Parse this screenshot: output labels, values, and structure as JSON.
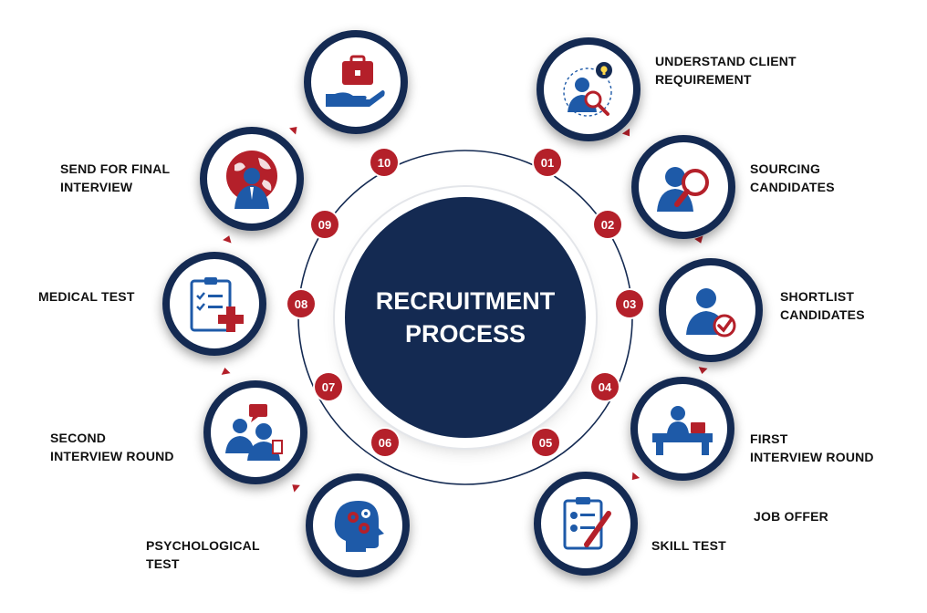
{
  "title": {
    "line1": "RECRUITMENT",
    "line2": "PROCESS"
  },
  "steps": [
    {
      "number": "01",
      "label": "UNDERSTAND CLIENT\nREQUIREMENT",
      "icon": "client-requirement-icon"
    },
    {
      "number": "02",
      "label": "SOURCING\nCANDIDATES",
      "icon": "magnifier-person-icon"
    },
    {
      "number": "03",
      "label": "SHORTLIST\nCANDIDATES",
      "icon": "person-checkmark-icon"
    },
    {
      "number": "04",
      "label": "FIRST\nINTERVIEW ROUND",
      "icon": "interview-desk-icon"
    },
    {
      "number": "05",
      "label": "SKILL TEST",
      "icon": "clipboard-pen-icon"
    },
    {
      "number": "06",
      "label": "PSYCHOLOGICAL\nTEST",
      "icon": "head-gears-icon"
    },
    {
      "number": "07",
      "label": "SECOND\nINTERVIEW ROUND",
      "icon": "two-people-chat-icon"
    },
    {
      "number": "08",
      "label": "MEDICAL TEST",
      "icon": "medical-clipboard-icon"
    },
    {
      "number": "09",
      "label": "SEND FOR FINAL\nINTERVIEW",
      "icon": "globe-person-icon"
    },
    {
      "number": "10",
      "label": "JOB OFFER",
      "icon": "hand-briefcase-icon"
    }
  ],
  "colors": {
    "navy": "#142a52",
    "red": "#b4202a",
    "blue": "#1e5aa8"
  }
}
